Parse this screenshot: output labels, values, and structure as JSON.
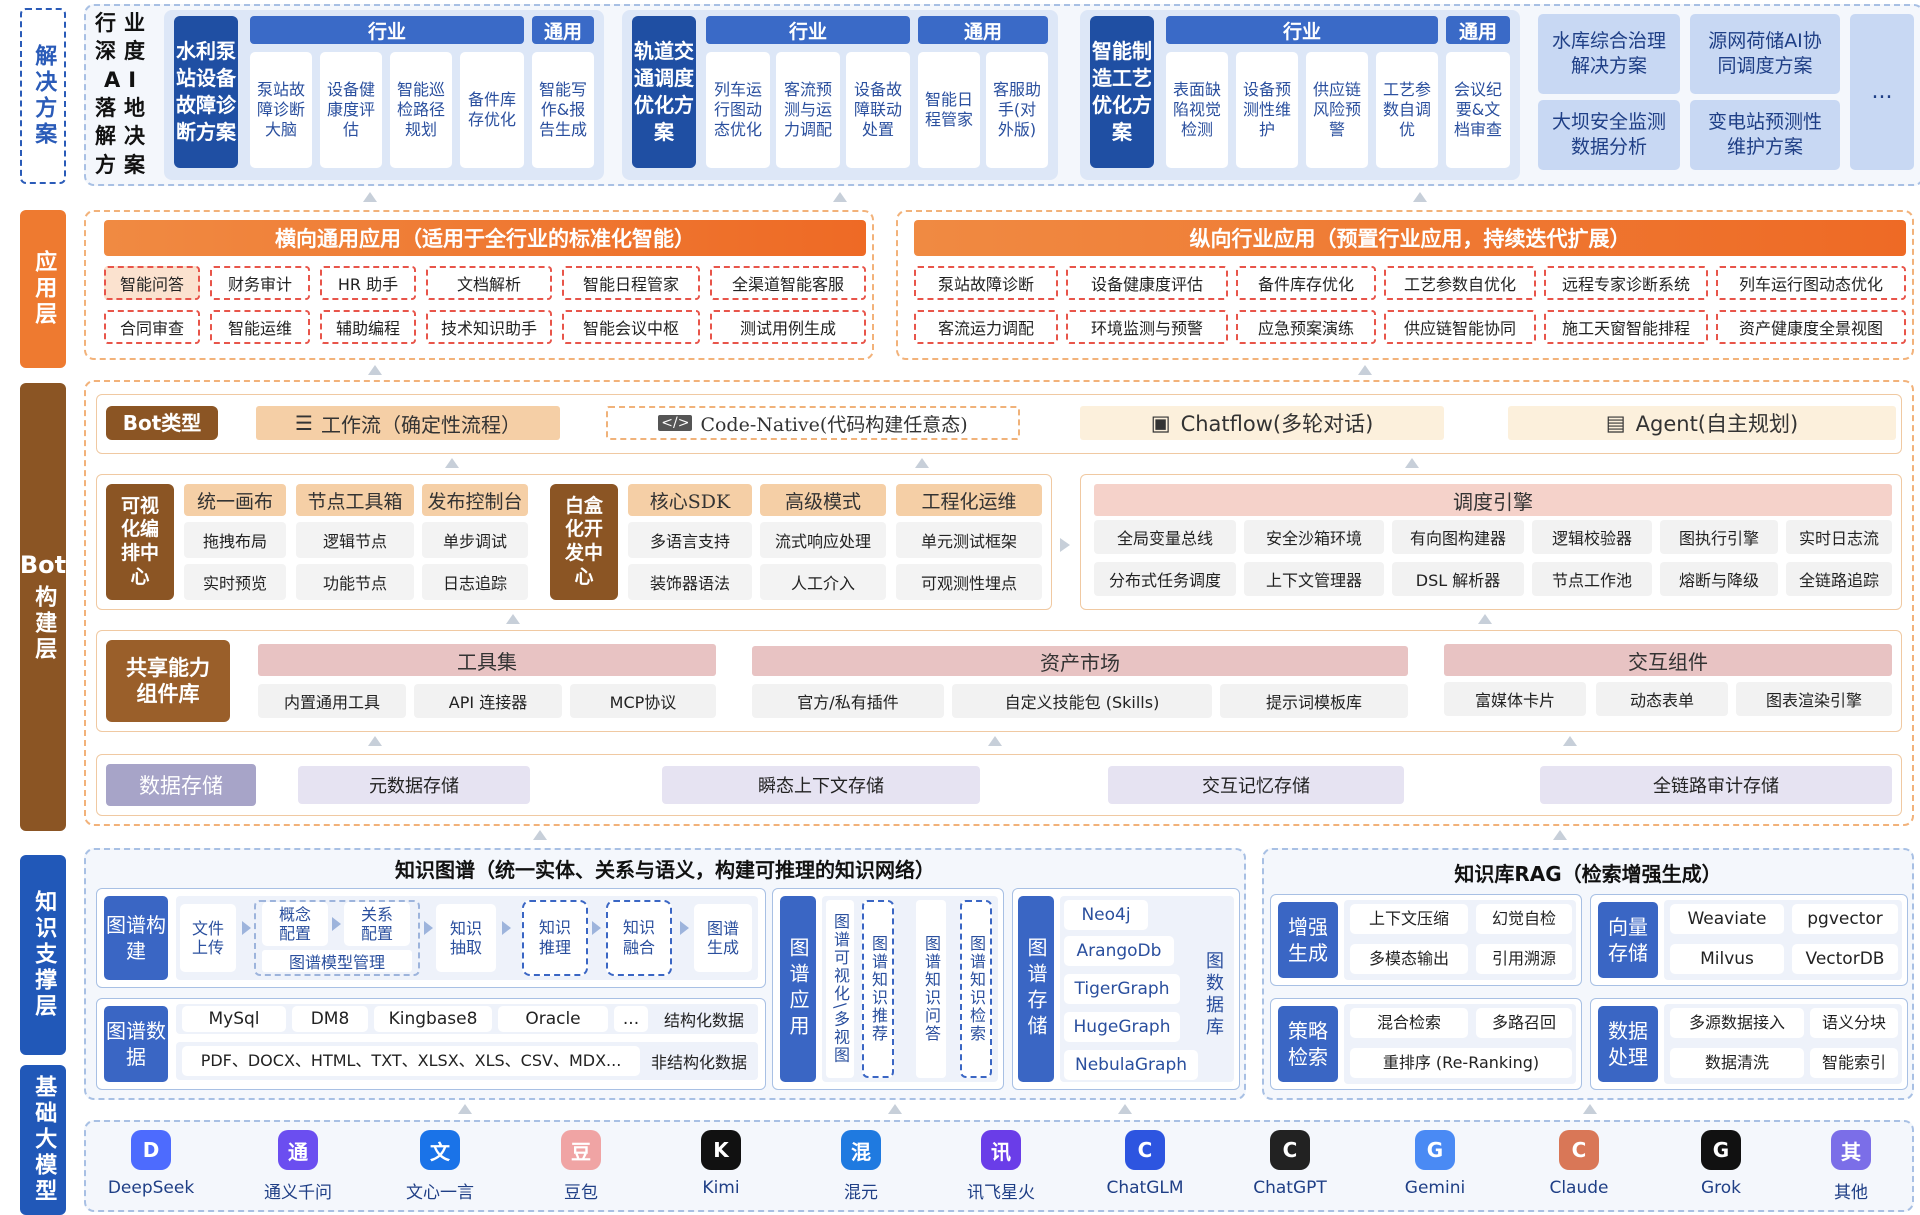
{
  "layers": {
    "solution": "解决方案",
    "application": "应用层",
    "bot": "Bot构建层",
    "knowledge": "知识支撑层",
    "foundation": "基础大模型"
  },
  "solutions": {
    "intro": "行业深度AI落地解决方案",
    "group1": {
      "title": "水利泵站设备故障诊断方案",
      "industry_head": "行业",
      "general_head": "通用",
      "items": [
        "泵站故障诊断大脑",
        "设备健康度评估",
        "智能巡检路径规划",
        "备件库存优化"
      ],
      "general": [
        "智能写作&报告生成"
      ]
    },
    "group2": {
      "title": "轨道交通调度优化方案",
      "industry_head": "行业",
      "general_head": "通用",
      "items": [
        "列车运行图动态优化",
        "客流预测与运力调配",
        "设备故障联动处置"
      ],
      "general": [
        "智能日程管家",
        "客服助手(对外版)"
      ]
    },
    "group3": {
      "title": "智能制造工艺优化方案",
      "industry_head": "行业",
      "general_head": "通用",
      "items": [
        "表面缺陷视觉检测",
        "设备预测性维护",
        "供应链风险预警",
        "工艺参数自调优"
      ],
      "general": [
        "会议纪要&文档审查"
      ]
    },
    "extra": [
      "水库综合治理解决方案",
      "源网荷储AI协同调度方案",
      "大坝安全监测数据分析",
      "变电站预测性维护方案"
    ],
    "more": "..."
  },
  "app": {
    "horizontal_title": "横向通用应用（适用于全行业的标准化智能）",
    "vertical_title": "纵向行业应用（预置行业应用，持续迭代扩展）",
    "horizontal_row1": [
      "智能问答",
      "财务审计",
      "HR 助手",
      "文档解析",
      "智能日程管家",
      "全渠道智能客服"
    ],
    "horizontal_row2": [
      "合同审查",
      "智能运维",
      "辅助编程",
      "技术知识助手",
      "智能会议中枢",
      "测试用例生成"
    ],
    "vertical_row1": [
      "泵站故障诊断",
      "设备健康度评估",
      "备件库存优化",
      "工艺参数自优化",
      "远程专家诊断系统",
      "列车运行图动态优化"
    ],
    "vertical_row2": [
      "客流运力调配",
      "环境监测与预警",
      "应急预案演练",
      "供应链智能协同",
      "施工天窗智能排程",
      "资产健康度全景视图"
    ]
  },
  "bot": {
    "type_label": "Bot类型",
    "types": [
      "工作流（确定性流程）",
      "Code-Native(代码构建任意态)",
      "Chatflow(多轮对话)",
      "Agent(自主规划)"
    ],
    "visual_label": "可视化编排中心",
    "visual_heads": [
      "统一画布",
      "节点工具箱",
      "发布控制台"
    ],
    "visual_cells": [
      [
        "拖拽布局",
        "逻辑节点",
        "单步调试"
      ],
      [
        "实时预览",
        "功能节点",
        "日志追踪"
      ]
    ],
    "white_label": "白盒化开发中心",
    "white_heads": [
      "核心SDK",
      "高级模式",
      "工程化运维"
    ],
    "white_cells": [
      [
        "多语言支持",
        "流式响应处理",
        "单元测试框架"
      ],
      [
        "装饰器语法",
        "人工介入",
        "可观测性埋点"
      ]
    ],
    "engine_title": "调度引擎",
    "engine_row1": [
      "全局变量总线",
      "安全沙箱环境",
      "有向图构建器",
      "逻辑校验器",
      "图执行引擎",
      "实时日志流"
    ],
    "engine_row2": [
      "分布式任务调度",
      "上下文管理器",
      "DSL 解析器",
      "节点工作池",
      "熔断与降级",
      "全链路追踪"
    ],
    "shared_label": "共享能力组件库",
    "tools_head": "工具集",
    "tools": [
      "内置通用工具",
      "API 连接器",
      "MCP协议"
    ],
    "market_head": "资产市场",
    "market": [
      "官方/私有插件",
      "自定义技能包 (Skills)",
      "提示词模板库"
    ],
    "ui_head": "交互组件",
    "ui": [
      "富媒体卡片",
      "动态表单",
      "图表渲染引擎"
    ],
    "storage_label": "数据存储",
    "storage": [
      "元数据存储",
      "瞬态上下文存储",
      "交互记忆存储",
      "全链路审计存储"
    ]
  },
  "kg": {
    "title": "知识图谱（统一实体、关系与语义，构建可推理的知识网络）",
    "build_label": "图谱构建",
    "steps": [
      "文件上传",
      "概念配置",
      "关系配置",
      "知识抽取",
      "知识推理",
      "知识融合",
      "图谱生成"
    ],
    "model_mgmt": "图谱模型管理",
    "data_label": "图谱数据",
    "structured": [
      "MySql",
      "DM8",
      "Kingbase8",
      "Oracle",
      "..."
    ],
    "structured_label": "结构化数据",
    "unstructured": "PDF、DOCX、HTML、TXT、XLSX、XLS、CSV、MDX...",
    "unstructured_label": "非结构化数据",
    "app_label": "图谱应用",
    "app_items": [
      "图谱可视化\\多视图",
      "图谱知识推荐",
      "图谱知识问答",
      "图谱知识检索"
    ],
    "store_label": "图谱存储",
    "dbs": [
      "Neo4j",
      "ArangoDb",
      "TigerGraph",
      "HugeGraph",
      "NebulaGraph"
    ],
    "db_label": "图数据库"
  },
  "rag": {
    "title": "知识库RAG（检索增强生成）",
    "enhance_label": "增强生成",
    "enhance": [
      "上下文压缩",
      "幻觉自检",
      "多模态输出",
      "引用溯源"
    ],
    "vector_label": "向量存储",
    "vector": [
      "Weaviate",
      "pgvector",
      "Milvus",
      "VectorDB"
    ],
    "strategy_label": "策略检索",
    "strategy": [
      "混合检索",
      "多路召回",
      "重排序 (Re-Ranking)"
    ],
    "process_label": "数据处理",
    "process": [
      "多源数据接入",
      "语义分块",
      "数据清洗",
      "智能索引"
    ]
  },
  "models": [
    {
      "name": "DeepSeek",
      "icon": "deepseek-icon",
      "color": "#4d6bfe"
    },
    {
      "name": "通义千问",
      "icon": "tongyi-icon",
      "color": "#6b4ef0"
    },
    {
      "name": "文心一言",
      "icon": "wenxin-icon",
      "color": "#1a73e8"
    },
    {
      "name": "豆包",
      "icon": "doubao-icon",
      "color": "#f0a4a4"
    },
    {
      "name": "Kimi",
      "icon": "kimi-icon",
      "color": "#111111"
    },
    {
      "name": "混元",
      "icon": "hunyuan-icon",
      "color": "#1f7ae0"
    },
    {
      "name": "讯飞星火",
      "icon": "xinghuo-icon",
      "color": "#6a3de8"
    },
    {
      "name": "ChatGLM",
      "icon": "chatglm-icon",
      "color": "#2d55e0"
    },
    {
      "name": "ChatGPT",
      "icon": "chatgpt-icon",
      "color": "#222222"
    },
    {
      "name": "Gemini",
      "icon": "gemini-icon",
      "color": "#4a8af4"
    },
    {
      "name": "Claude",
      "icon": "claude-icon",
      "color": "#d97757"
    },
    {
      "name": "Grok",
      "icon": "grok-icon",
      "color": "#111111"
    },
    {
      "name": "其他",
      "icon": "more-icon",
      "color": "#7b6ee8"
    }
  ]
}
